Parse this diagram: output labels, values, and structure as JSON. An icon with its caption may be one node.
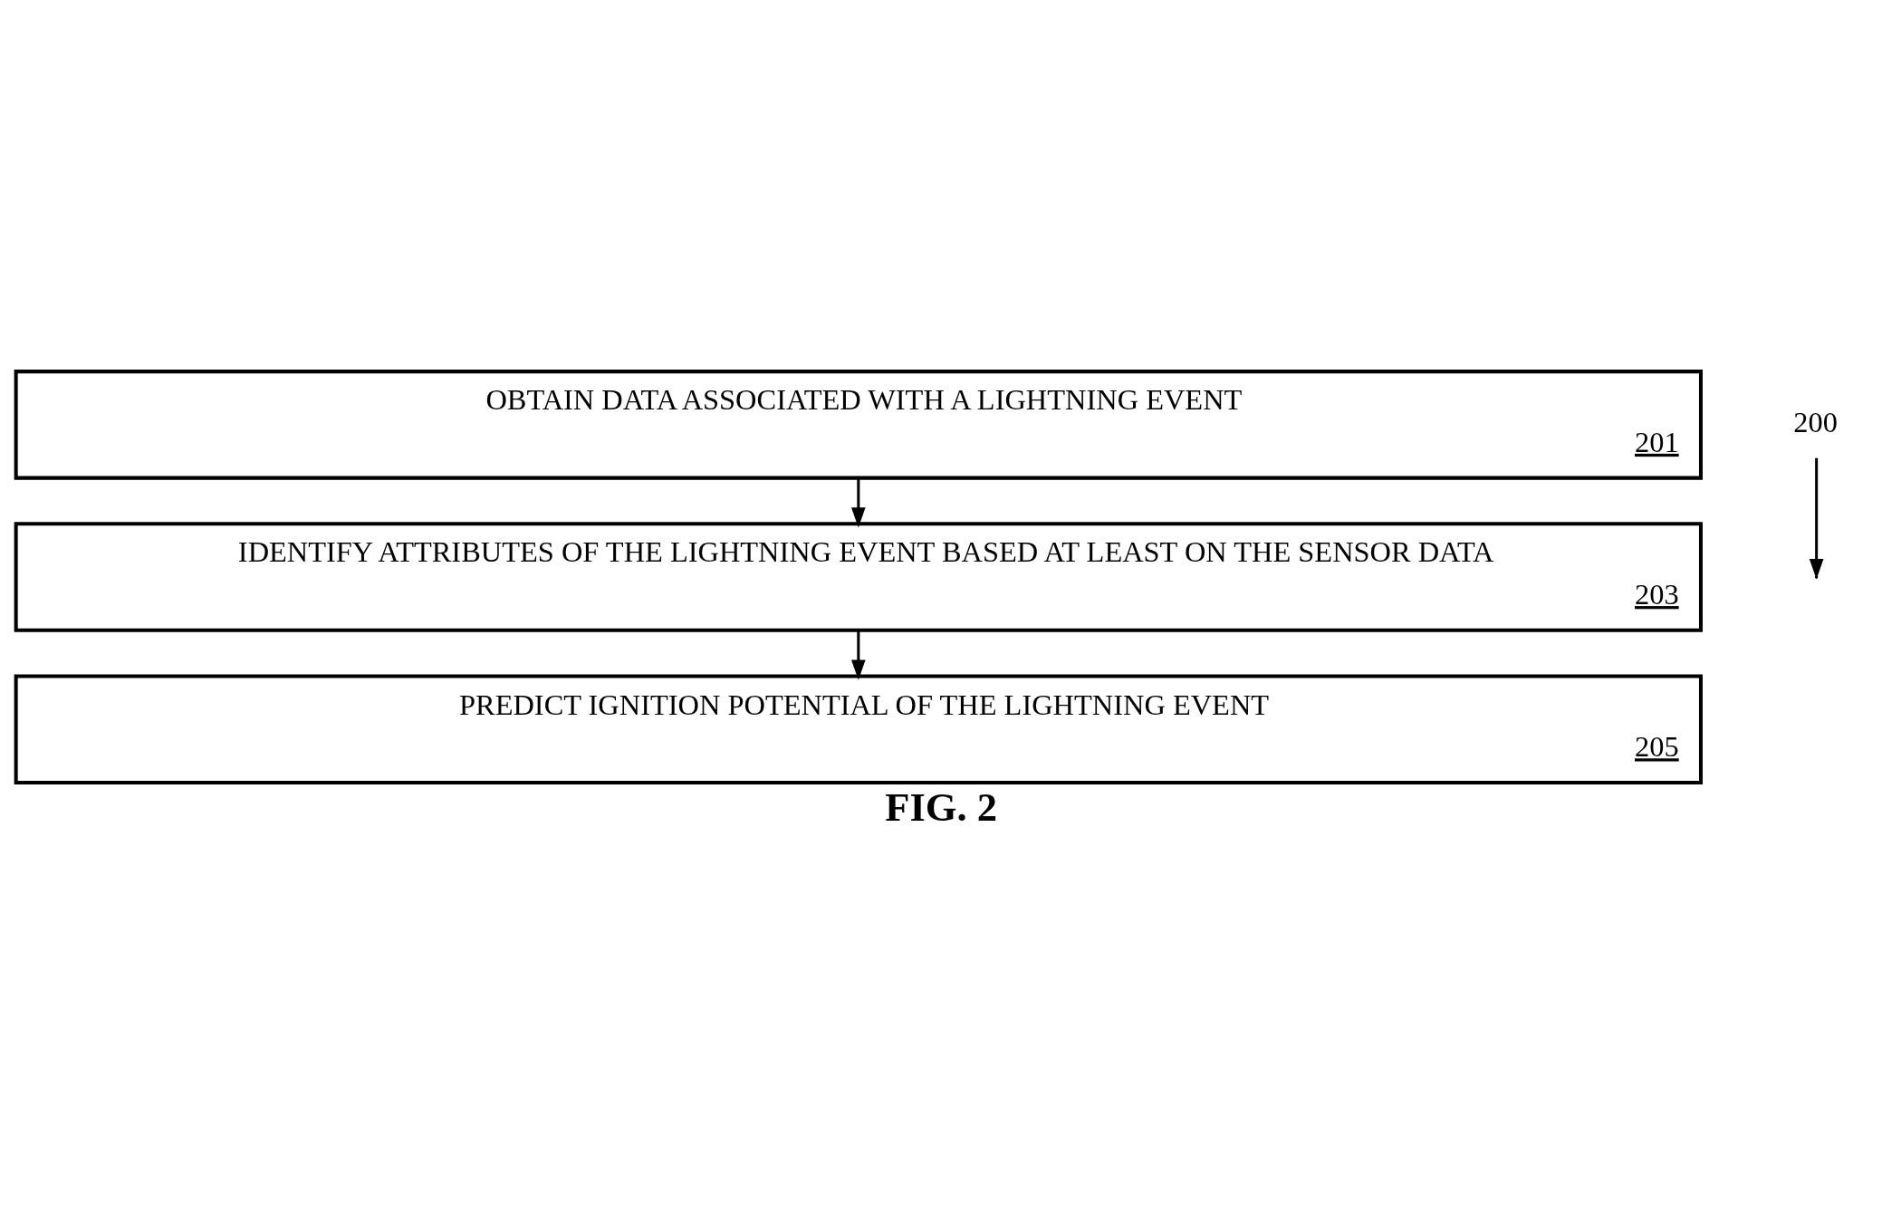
{
  "diagram": {
    "caption": "FIG. 2",
    "nodes": [
      {
        "text": [
          "OBTAIN DATA ASSOCIATED WITH A LIGHTNING EVENT",
          "201"
        ]
      },
      {
        "text": [
          "IDENTIFY ATTRIBUTES OF THE LIGHTNING EVENT BASED AT LEAST ON THE SENSOR DATA",
          "203"
        ]
      },
      {
        "text": [
          "PREDICT IGNITION POTENTIAL OF THE LIGHTNING EVENT",
          "205"
        ]
      },
      {
        "text": [
          "200"
        ]
      }
    ],
    "edges": [
      {
        "from": 0,
        "to": 1,
        "arrow": "to"
      },
      {
        "from": 1,
        "to": 2,
        "arrow": "to"
      },
      {
        "from": 3,
        "to": null,
        "arrow": "to"
      }
    ]
  }
}
